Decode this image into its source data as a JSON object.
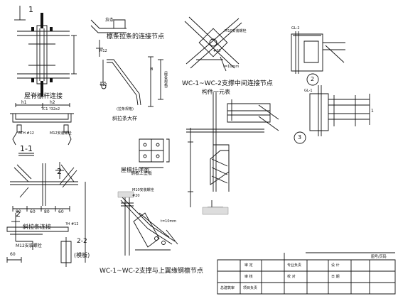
{
  "details": {
    "purlin_connection": {
      "title": "屋脊檩杆连接",
      "dims": [
        "h1",
        "h2"
      ],
      "section_label": "1",
      "callout": "TC1 ?32x2"
    },
    "tie_node": {
      "title": "檩条拉条的连接节点",
      "top_label": "拉条"
    },
    "bend_bar": {
      "label": "斜拉条大样",
      "labels": [
        "M12",
        "B",
        "(檩条规格)",
        "(拉条规格)"
      ],
      "diameter": "#12"
    },
    "brace_mid": {
      "title": "WC-1~WC-2支撑中间连接节点",
      "subtitle": "构件一元表",
      "labels": [
        "M10安装螺栓",
        "#20",
        "t=10mm"
      ]
    },
    "section11": {
      "title": "1-1",
      "dims": [
        "h1",
        "h2"
      ],
      "labels": [
        "ATH #12",
        "M12安装螺栓"
      ]
    },
    "pad_detail": {
      "title": "屋檩托详图",
      "label": "钢板上塗板"
    },
    "hanger": {
      "title": "斜拉条连接",
      "dims": [
        "80",
        "60",
        "80",
        "60"
      ],
      "section_a": "2",
      "section_b": "2",
      "labels": [
        "M12安装螺栓",
        "?H #12"
      ]
    },
    "section22": {
      "title": "2-2",
      "subtitle": "(模板)",
      "label": "60"
    },
    "brace_end": {
      "title": "WC-1~WC-2支撑与上翼缘钢檩节点",
      "labels": [
        "M10安装螺栓",
        "#20",
        "t=10mm"
      ]
    },
    "column_node": {
      "labels": [
        "2",
        "3",
        "GL-2",
        "GL-1",
        "1"
      ]
    }
  },
  "title_block": {
    "tag": "图号/页码",
    "rows": [
      [
        "审 定",
        "",
        "专业负责",
        "",
        "设 计",
        ""
      ],
      [
        "审 核",
        "",
        "校 对",
        "",
        "日 期",
        ""
      ],
      [
        "项目负责",
        "",
        "",
        "",
        "",
        ""
      ]
    ],
    "bottom_left": "总建筑审"
  }
}
